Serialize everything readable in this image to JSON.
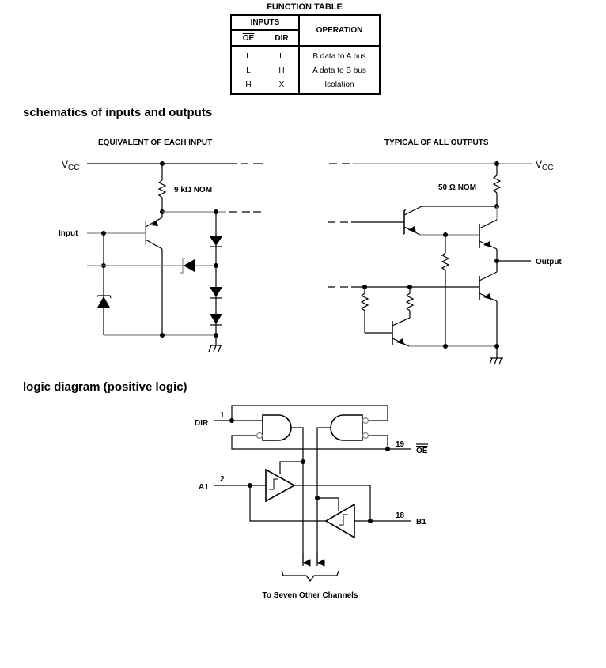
{
  "function_table": {
    "title": "FUNCTION TABLE",
    "group_header": "INPUTS",
    "columns": [
      "OE",
      "DIR",
      "OPERATION"
    ],
    "rows": [
      [
        "L",
        "L",
        "B data to A bus"
      ],
      [
        "L",
        "H",
        "A data to B bus"
      ],
      [
        "H",
        "X",
        "Isolation"
      ]
    ]
  },
  "schematics": {
    "title": "schematics of inputs and outputs",
    "input_circuit": {
      "title": "EQUIVALENT OF EACH INPUT",
      "vcc_label": "V",
      "vcc_sub": "CC",
      "resistor_label": "9 kΩ NOM",
      "input_label": "Input"
    },
    "output_circuit": {
      "title": "TYPICAL OF ALL OUTPUTS",
      "vcc_label": "V",
      "vcc_sub": "CC",
      "resistor_label": "50 Ω NOM",
      "output_label": "Output"
    }
  },
  "logic_diagram": {
    "title": "logic diagram (positive logic)",
    "dir_label": "DIR",
    "dir_pin": "1",
    "oe_label": "OE",
    "oe_pin": "19",
    "a1_label": "A1",
    "a1_pin": "2",
    "b1_label": "B1",
    "b1_pin": "18",
    "footer": "To Seven Other Channels"
  }
}
